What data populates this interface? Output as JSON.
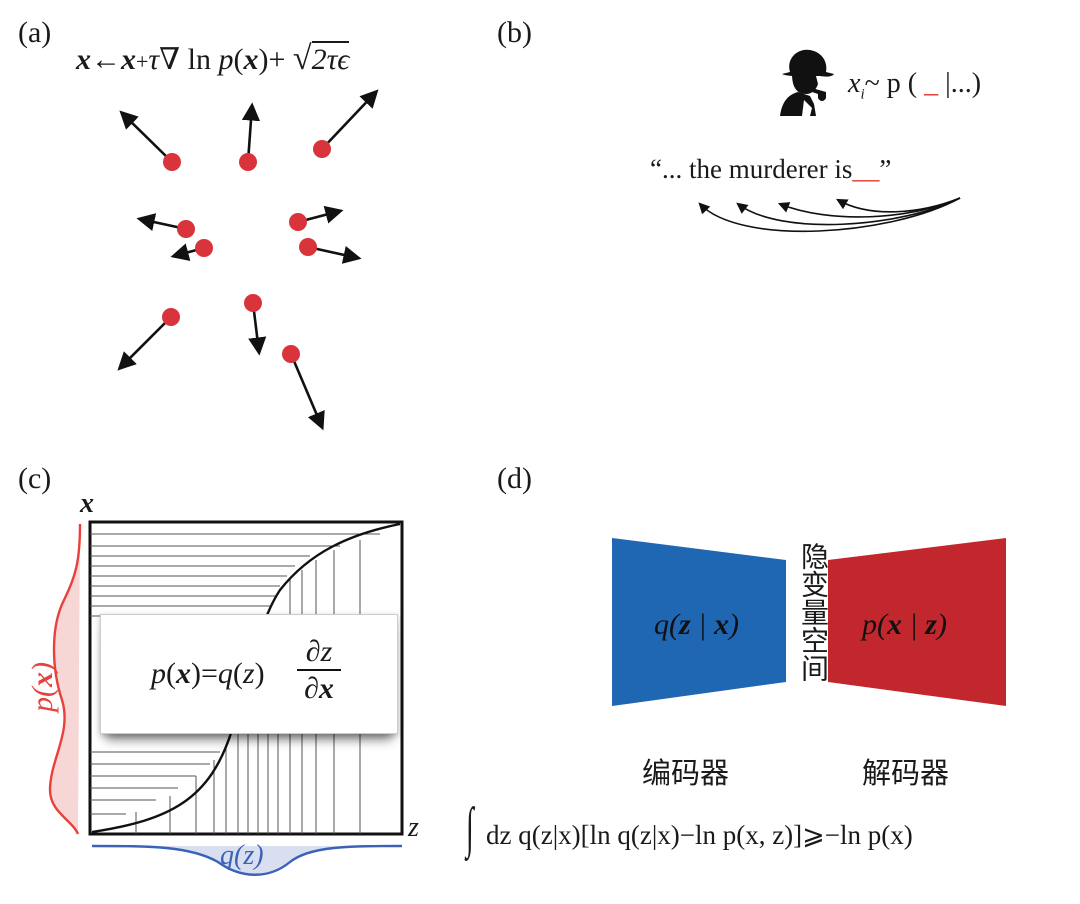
{
  "panels": {
    "a": {
      "label": "(a)",
      "equation": {
        "x1": "x",
        "arrow": "←",
        "x2": "x",
        "plus1": "+",
        "tau": "τ",
        "grad_ln": "∇ ln ",
        "p": "p",
        "x3": "x",
        "plus2": "+ ",
        "sqrt_arg": "2τϵ"
      },
      "particle_color": "#d9333b"
    },
    "b": {
      "label": "(b)",
      "sample_formula": {
        "x": "x",
        "sub": "i",
        "rest": "~ p (",
        "blank": "_",
        "tail": "|...)"
      },
      "sentence": "“... the murderer is",
      "blank": "__",
      "close_quote": "”",
      "blank_color": "#e0372b",
      "detective_icon": "detective-silhouette-icon"
    },
    "c": {
      "label": "(c)",
      "x_axis_label": "x",
      "z_axis_label": "z",
      "px_label": "p(x)",
      "qz_label": "q(z)",
      "formula": {
        "lhs_p": "p",
        "lhs_x": "x",
        "eq": "=",
        "q": "q",
        "z": "z",
        "num": "∂z",
        "den_d": "∂",
        "den_x": "x"
      },
      "px_color": "#e8413b",
      "qz_color": "#3a63b8"
    },
    "d": {
      "label": "(d)",
      "encoder_formula": {
        "q": "q",
        "z": "z",
        "bar": " | ",
        "x": "x"
      },
      "decoder_formula": {
        "p": "p",
        "x": "x",
        "bar": " | ",
        "z": "z"
      },
      "latent_label": "隐变量空间",
      "encoder_label": "编码器",
      "decoder_label": "解码器",
      "encoder_color": "#1f66b3",
      "decoder_color": "#c1272d",
      "elbo": "dz q(z|x)[ln q(z|x)−ln p(x, z)]⩾−ln p(x)"
    }
  }
}
